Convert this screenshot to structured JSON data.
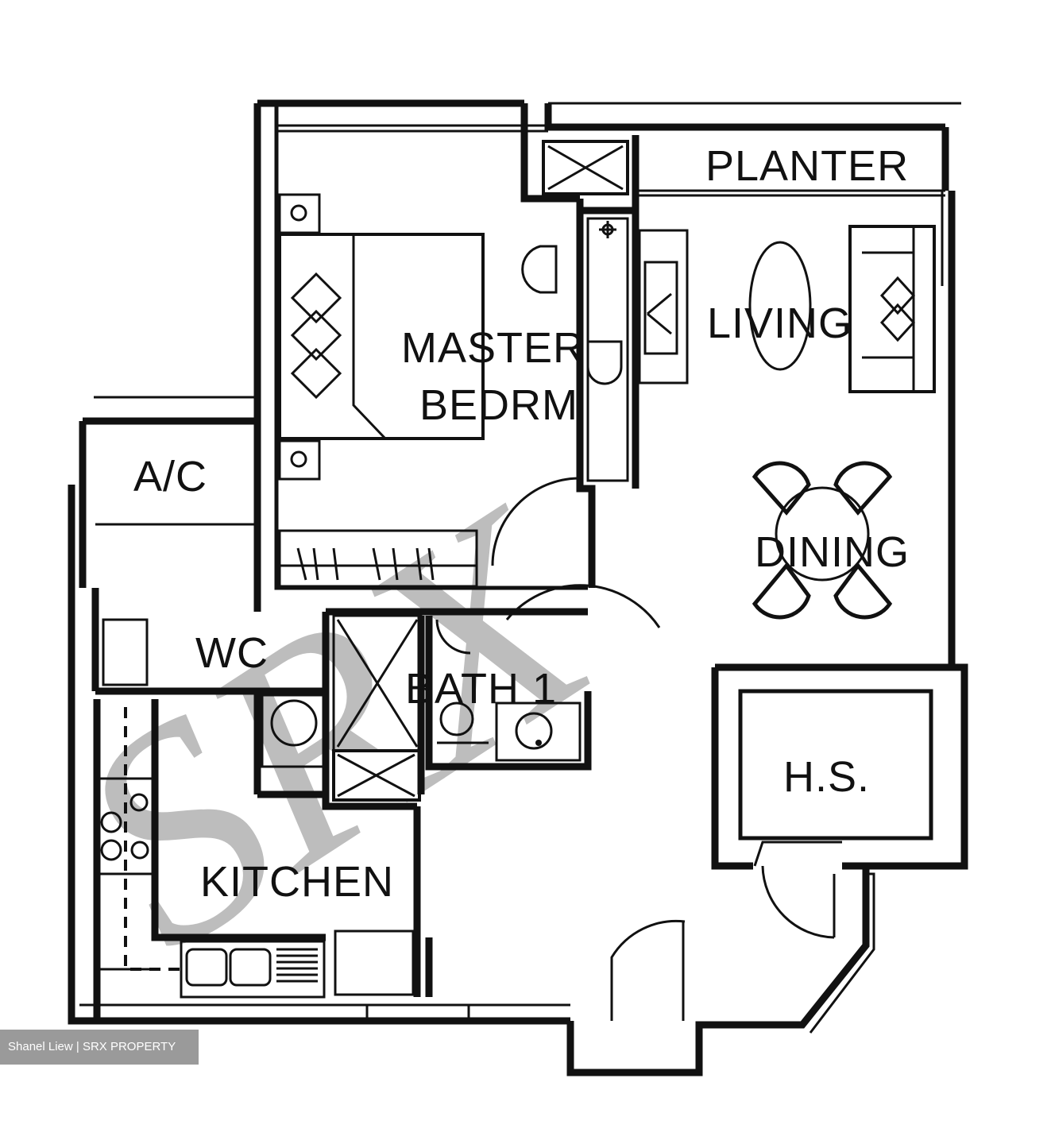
{
  "rooms": {
    "planter": "PLANTER",
    "living": "LIVING",
    "master_line1": "MASTER",
    "master_line2": "BEDRM",
    "ac": "A/C",
    "wc": "WC",
    "dining": "DINING",
    "bath": "BATH 1",
    "hs": "H.S.",
    "kitchen": "KITCHEN"
  },
  "watermark": {
    "text": "SRX"
  },
  "credit": {
    "text": "Shanel Liew | SRX PROPERTY"
  }
}
